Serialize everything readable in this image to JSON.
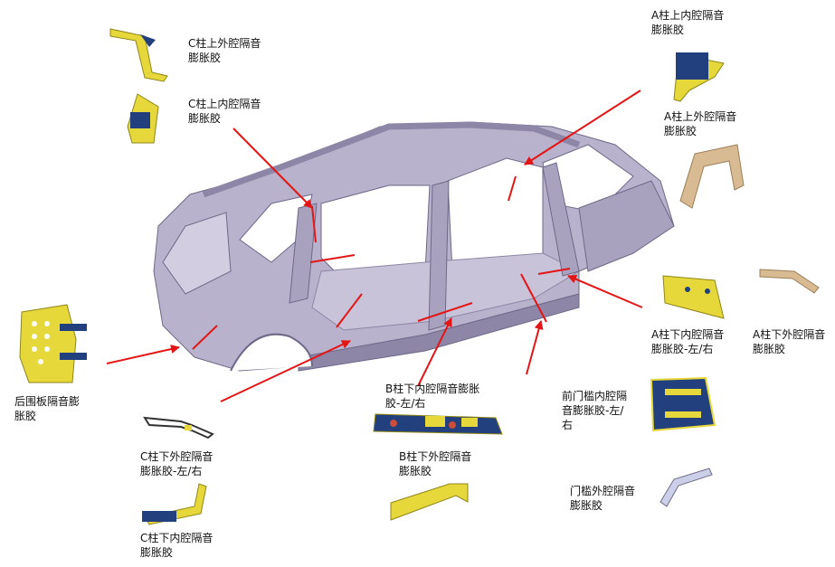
{
  "colors": {
    "body_shell": "#b9b2cc",
    "body_shadow": "#8e86a6",
    "body_line": "#6e6888",
    "part_yellow": "#e6d83a",
    "part_yellow_edge": "#8f8617",
    "part_blue": "#23407e",
    "part_tan": "#d9bb93",
    "part_tan_edge": "#9c7e56",
    "part_lilac": "#cbd0e8",
    "arrow_red": "#e41515"
  },
  "labels": {
    "c_upper_outer": [
      "C柱上外腔隔音",
      "膨胀胶"
    ],
    "c_upper_inner": [
      "C柱上内腔隔音",
      "膨胀胶"
    ],
    "a_upper_inner": [
      "A柱上内腔隔音",
      "膨胀胶"
    ],
    "a_upper_outer": [
      "A柱上外腔隔音",
      "膨胀胶"
    ],
    "a_lower_inner": [
      "A柱下内腔隔音",
      "膨胀胶-左/右"
    ],
    "a_lower_outer": [
      "A柱下外腔隔音",
      "膨胀胶"
    ],
    "rear_panel": [
      "后围板隔音膨",
      "胀胶"
    ],
    "b_lower_inner": [
      "B柱下内腔隔音膨胀",
      "胶-左/右"
    ],
    "b_lower_outer": [
      "B柱下外腔隔音",
      "膨胀胶"
    ],
    "front_sill_inner": [
      "前门槛内腔隔",
      "音膨胀胶-左/",
      "右"
    ],
    "c_lower_outer": [
      "C柱下外腔隔音",
      "膨胀胶-左/右"
    ],
    "c_lower_inner": [
      "C柱下内腔隔音",
      "膨胀胶"
    ],
    "sill_outer": [
      "门槛外腔隔音",
      "膨胀胶"
    ]
  }
}
